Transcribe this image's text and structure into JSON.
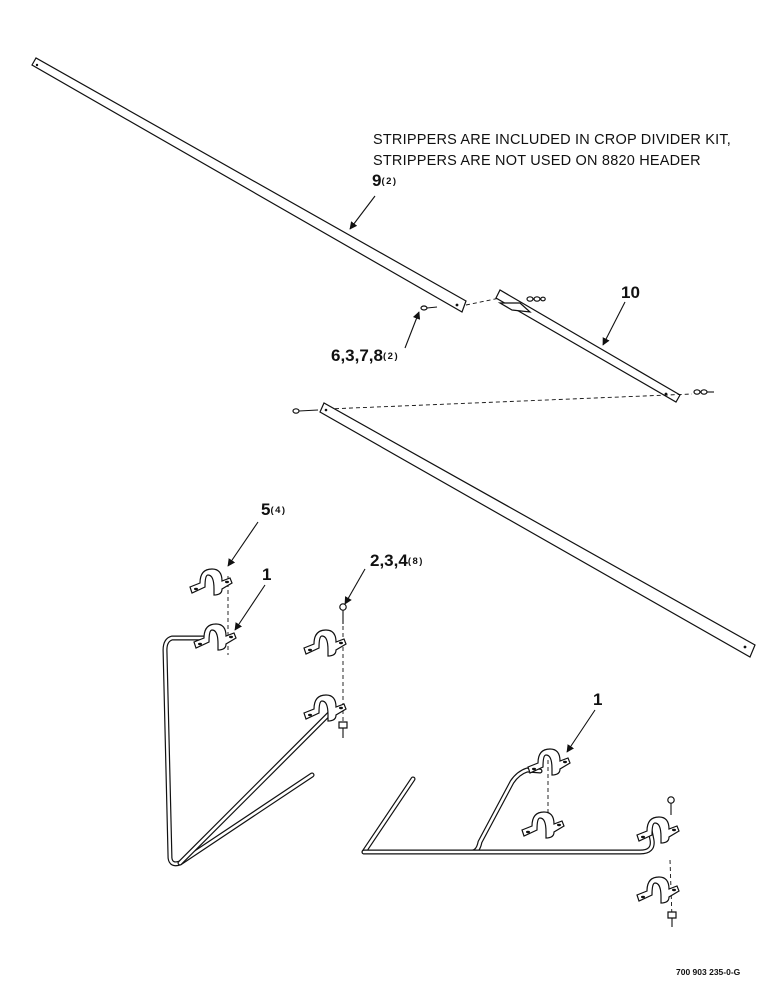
{
  "note": {
    "line1": "STRIPPERS ARE INCLUDED IN CROP DIVIDER KIT,",
    "line2": "STRIPPERS ARE NOT USED ON 8820 HEADER"
  },
  "callouts": {
    "c9": {
      "num": "9",
      "qty": "(2)"
    },
    "c10": {
      "num": "10",
      "qty": ""
    },
    "c6378": {
      "num": "6,3,7,8",
      "qty": "(2)"
    },
    "c5": {
      "num": "5",
      "qty": "(4)"
    },
    "c1a": {
      "num": "1",
      "qty": ""
    },
    "c234": {
      "num": "2,3,4",
      "qty": "(8)"
    },
    "c1b": {
      "num": "1",
      "qty": ""
    }
  },
  "footer": "700 903 235-0-G"
}
